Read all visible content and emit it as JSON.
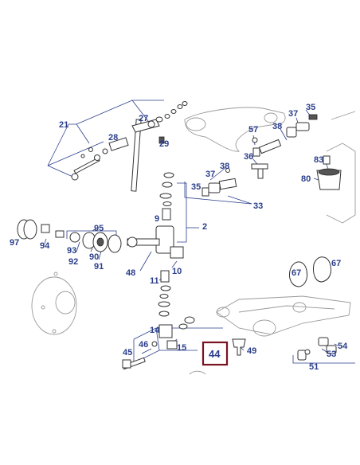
{
  "diagram": {
    "highlight_color": "#7a1320",
    "label_color": "#2b3f8c",
    "highlighted_part": "44",
    "callouts": {
      "c21": "21",
      "c27": "27",
      "c28": "28",
      "c29": "29",
      "c35a": "35",
      "c37a": "37",
      "c38a": "38",
      "c57": "57",
      "c36": "36",
      "c83": "83",
      "c80": "80",
      "c38b": "38",
      "c37b": "37",
      "c35b": "35",
      "c33": "33",
      "c9": "9",
      "c2": "2",
      "c97": "97",
      "c94": "94",
      "c95": "95",
      "c93": "93",
      "c92": "92",
      "c90": "90",
      "c91": "91",
      "c48": "48",
      "c10": "10",
      "c11": "11",
      "c67a": "67",
      "c67b": "67",
      "c14": "14",
      "c46": "46",
      "c45": "45",
      "c15": "15",
      "c44": "44",
      "c49": "49",
      "c54": "54",
      "c53": "53",
      "c51": "51"
    }
  }
}
